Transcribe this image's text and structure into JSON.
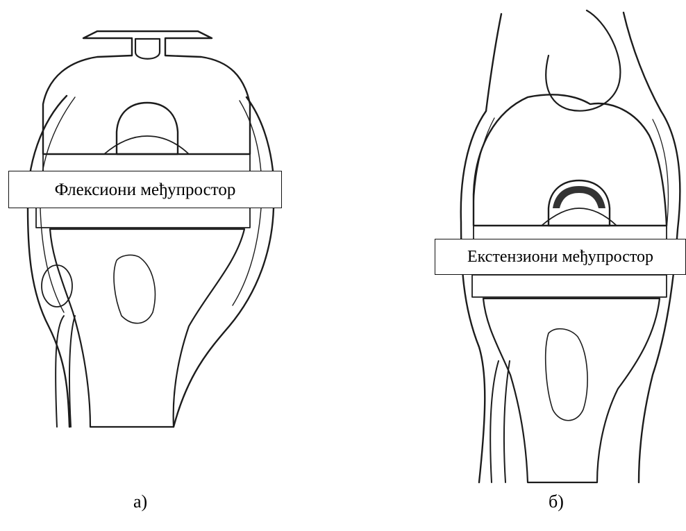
{
  "figure": {
    "panel_a": {
      "label": "Флексиони међупростор",
      "caption": "а)"
    },
    "panel_b": {
      "label": "Екстензиони међупростор",
      "caption": "б)"
    }
  },
  "colors": {
    "ink": "#1c1c1c",
    "background": "#ffffff",
    "hatch": "#3a3a3a"
  }
}
